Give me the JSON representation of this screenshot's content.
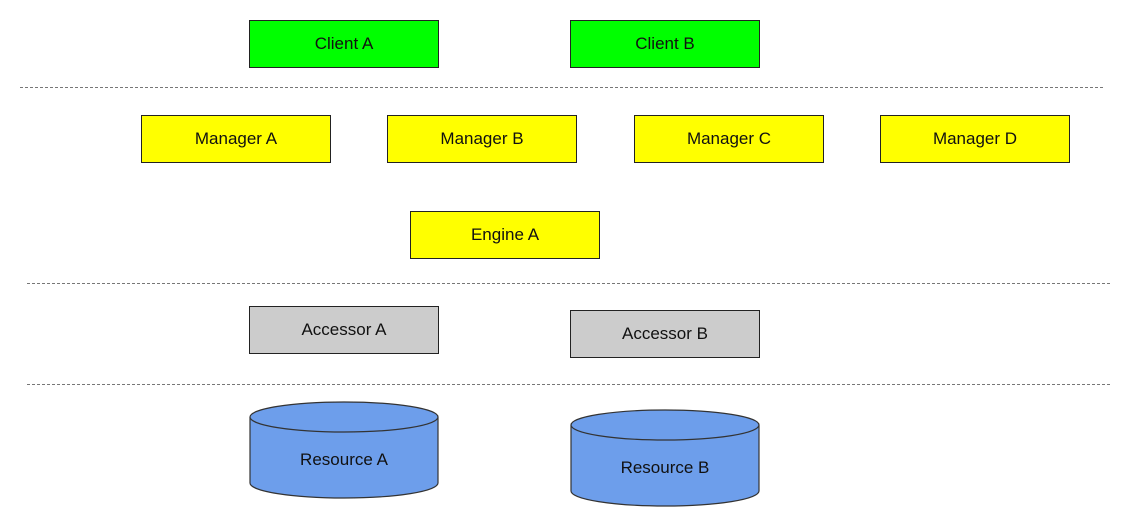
{
  "colors": {
    "client": "#00ff00",
    "manager": "#ffff00",
    "engine": "#ffff00",
    "accessor": "#cccccc",
    "resource": "#6d9eeb",
    "separator": "#777777"
  },
  "clients": [
    "Client A",
    "Client B"
  ],
  "managers": [
    "Manager A",
    "Manager B",
    "Manager C",
    "Manager D"
  ],
  "engines": [
    "Engine A"
  ],
  "accessors": [
    "Accessor A",
    "Accessor B"
  ],
  "resources": [
    "Resource A",
    "Resource B"
  ]
}
